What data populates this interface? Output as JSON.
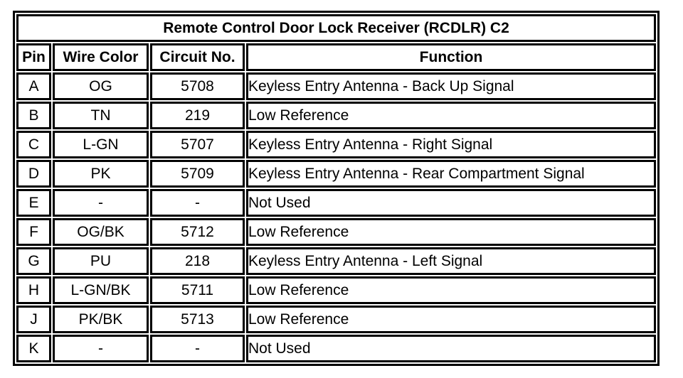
{
  "table": {
    "title": "Remote Control Door Lock Receiver (RCDLR) C2",
    "columns": [
      "Pin",
      "Wire Color",
      "Circuit No.",
      "Function"
    ],
    "rows": [
      {
        "pin": "A",
        "wire_color": "OG",
        "circuit_no": "5708",
        "function": "Keyless Entry Antenna - Back Up Signal"
      },
      {
        "pin": "B",
        "wire_color": "TN",
        "circuit_no": "219",
        "function": "Low Reference"
      },
      {
        "pin": "C",
        "wire_color": "L-GN",
        "circuit_no": "5707",
        "function": "Keyless Entry Antenna - Right Signal"
      },
      {
        "pin": "D",
        "wire_color": "PK",
        "circuit_no": "5709",
        "function": "Keyless Entry Antenna - Rear Compartment Signal"
      },
      {
        "pin": "E",
        "wire_color": "-",
        "circuit_no": "-",
        "function": "Not Used"
      },
      {
        "pin": "F",
        "wire_color": "OG/BK",
        "circuit_no": "5712",
        "function": "Low Reference"
      },
      {
        "pin": "G",
        "wire_color": "PU",
        "circuit_no": "218",
        "function": "Keyless Entry Antenna - Left Signal"
      },
      {
        "pin": "H",
        "wire_color": "L-GN/BK",
        "circuit_no": "5711",
        "function": "Low Reference"
      },
      {
        "pin": "J",
        "wire_color": "PK/BK",
        "circuit_no": "5713",
        "function": "Low Reference"
      },
      {
        "pin": "K",
        "wire_color": "-",
        "circuit_no": "-",
        "function": "Not Used"
      }
    ],
    "colors": {
      "border": "#000000",
      "background": "#ffffff",
      "text": "#000000"
    }
  }
}
